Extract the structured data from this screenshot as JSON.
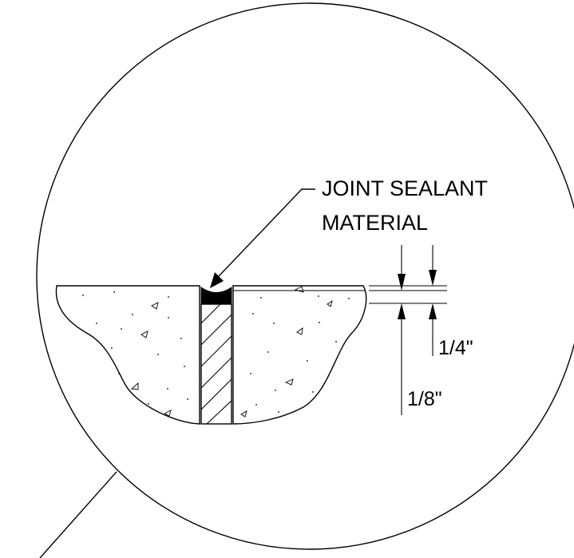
{
  "callout": {
    "line1": "JOINT SEALANT",
    "line2": "MATERIAL"
  },
  "dimensions": {
    "outer": "1/4\"",
    "inner": "1/8\""
  },
  "colors": {
    "ink": "#000000",
    "background": "#ffffff"
  }
}
